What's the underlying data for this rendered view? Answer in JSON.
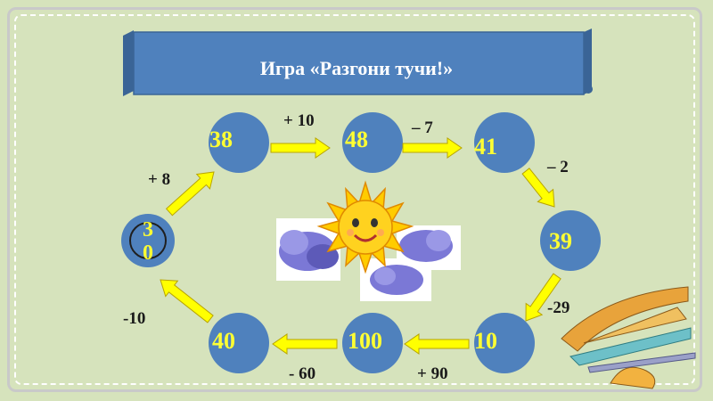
{
  "title": "Игра «Разгони тучи!»",
  "start": {
    "digit_1": "3",
    "digit_2": "0"
  },
  "nodes": [
    "38",
    "48",
    "41",
    "39",
    "10",
    "100",
    "40"
  ],
  "operations": [
    "+ 8",
    "+ 10",
    "– 7",
    "– 2",
    "-29",
    "+ 90",
    "- 60",
    "-10"
  ],
  "colors": {
    "background": "#d6e3bc",
    "banner": "#4f81bd",
    "node_fill": "#4f81bd",
    "node_text": "#ffff33",
    "arrow_fill": "#ffff00",
    "arrow_outline": "#b8a400"
  },
  "icons": [
    "sun-with-clouds-picture",
    "ruler-protractor-picture"
  ]
}
